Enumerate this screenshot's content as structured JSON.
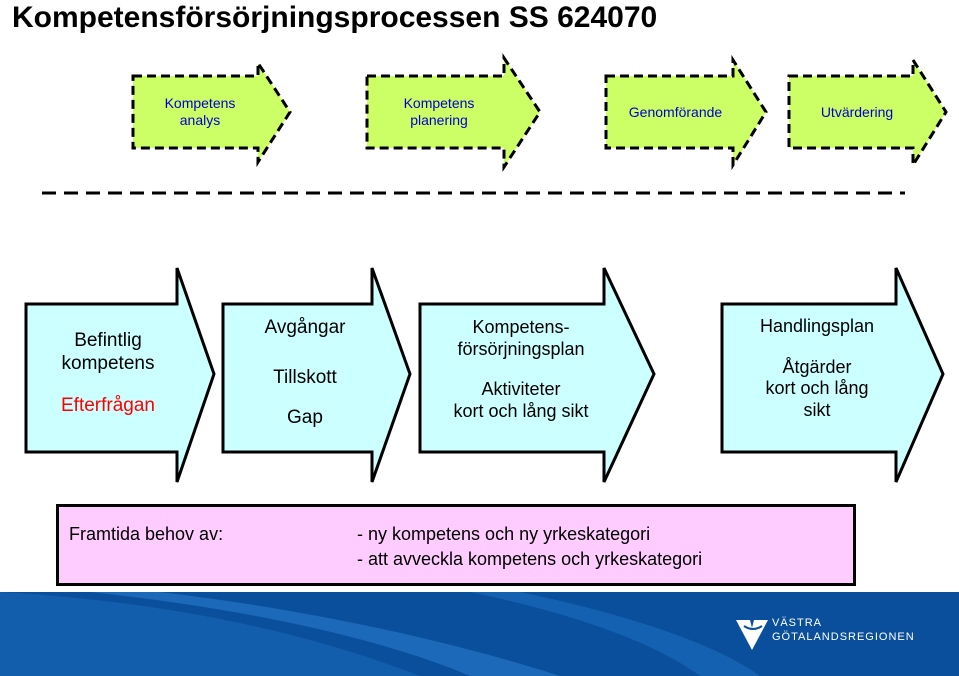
{
  "title": "Kompetensförsörjningsprocessen SS 624070",
  "top_steps": [
    {
      "lines": [
        "Kompetens",
        "analys"
      ]
    },
    {
      "lines": [
        "Kompetens",
        "planering"
      ]
    },
    {
      "lines": [
        "Genomförande"
      ]
    },
    {
      "lines": [
        "Utvärdering"
      ]
    }
  ],
  "bottom_steps": [
    {
      "line1": "Befintlig",
      "line2": "kompetens",
      "line3": "Efterfrågan"
    },
    {
      "line1": "Avgångar",
      "line2": "Tillskott",
      "line3": "Gap"
    },
    {
      "line1": "Kompetens-",
      "line2": "försörjningsplan",
      "line3": "Aktiviteter",
      "line4": "kort och lång sikt"
    },
    {
      "line1": "Handlingsplan",
      "line2": "Åtgärder",
      "line3": "kort och lång",
      "line4": "sikt"
    }
  ],
  "future_needs": {
    "label": "Framtida behov av:",
    "items": [
      "- ny kompetens och ny yrkeskategori",
      "- att avveckla kompetens och yrkeskategori"
    ]
  },
  "logo": {
    "line1": "VÄSTRA",
    "line2": "GÖTALANDSREGIONEN"
  },
  "colors": {
    "green_fill": "#ccff66",
    "blue_fill": "#ccffff",
    "pink_fill": "#ffccff",
    "green_text": "#0000cc",
    "red_text": "#ff0000",
    "footer_blue": "#0a4f9c"
  }
}
